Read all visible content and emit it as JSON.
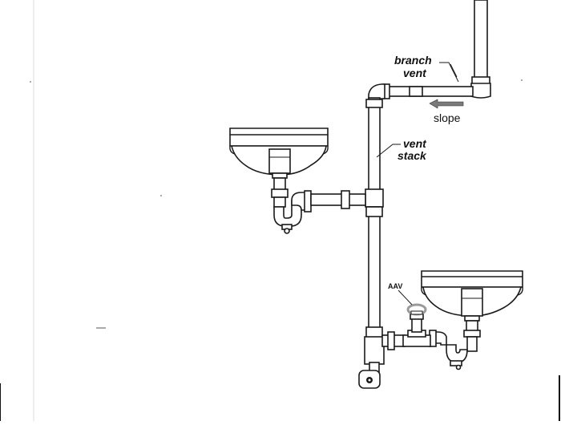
{
  "labels": {
    "branch_vent": [
      "branch",
      "vent"
    ],
    "slope": "slope",
    "vent_stack": [
      "vent",
      "stack"
    ],
    "aav": "AAV"
  },
  "icons": [
    "slope-arrow-icon",
    "floor-drain-icon"
  ],
  "colors": {
    "pipe_fill": "#ffffff",
    "pipe_stroke": "#1a1a1a",
    "slope_arrow": "#7a7a7a",
    "aav_ring": "#9a9a9a",
    "background": "#ffffff"
  }
}
